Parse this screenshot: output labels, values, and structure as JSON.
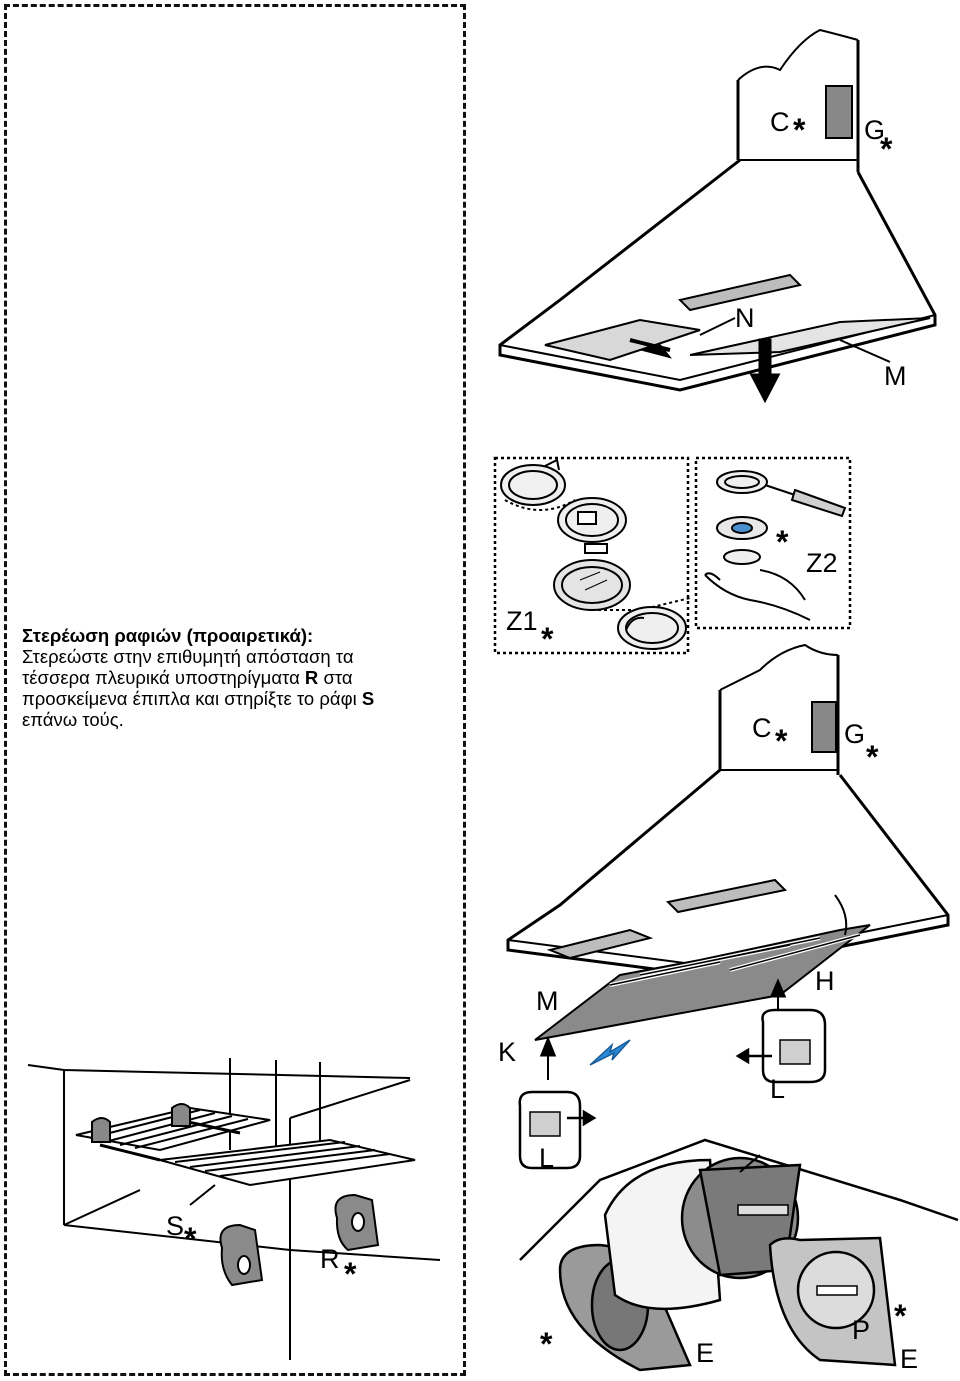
{
  "instructions": {
    "title": "Στερέωση ραφιών (προαιρετικά):",
    "line1": "Στερεώστε στην επιθυμητή απόσταση τα",
    "line2": "τέσσερα πλευρικά υποστηρίγματα",
    "r_label": "R",
    "line3": "στα",
    "line4": "προσκείμενα έπιπλα και στηρίξτε το ράφι",
    "s_label": "S",
    "line5": "επάνω τούς."
  },
  "labels": {
    "c": "C",
    "g": "G",
    "n": "N",
    "m": "M",
    "z1": "Z1",
    "z2": "Z2",
    "h": "H",
    "k": "K",
    "l": "L",
    "s": "S",
    "r": "R",
    "e": "E",
    "p": "P",
    "asterisk": "*"
  },
  "colors": {
    "outline": "#000000",
    "filter_grey": "#9a9a9a",
    "dark_grey": "#7a7a7a",
    "blue_arrow": "#2a8ad8"
  }
}
